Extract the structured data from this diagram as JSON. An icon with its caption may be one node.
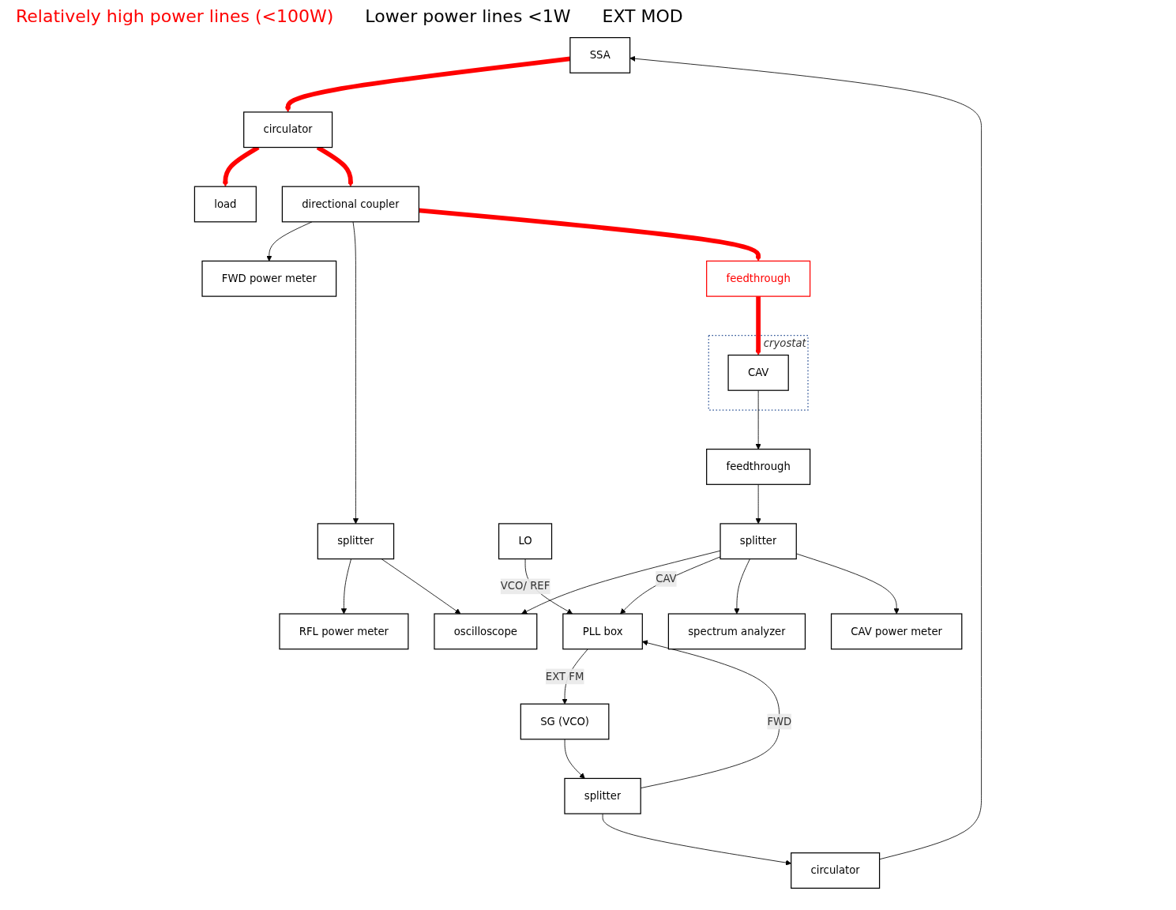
{
  "diagram": {
    "nodes": [
      {
        "text": [
          "load"
        ]
      },
      {
        "text": [
          "FWD power meter"
        ]
      },
      {
        "text": [
          "SSA"
        ]
      },
      {
        "text": [
          "circulator"
        ]
      },
      {
        "text": [
          "directional coupler"
        ]
      },
      {
        "text": [
          "RFL power meter"
        ]
      },
      {
        "text": [
          "splitter"
        ]
      },
      {
        "text": [
          "cryostat"
        ]
      },
      {
        "text": [
          "feedthrough"
        ]
      },
      {
        "text": [
          "CAV"
        ],
        "in": 7
      },
      {
        "text": [
          "feedthrough"
        ]
      },
      {
        "text": [
          "oscilloscope"
        ]
      },
      {
        "text": [
          "circulator"
        ]
      },
      {
        "text": [
          "LO"
        ]
      },
      {
        "text": [
          "splitter"
        ]
      },
      {
        "text": [
          "PLL box"
        ]
      },
      {
        "text": [
          "splitter"
        ]
      },
      {
        "text": [
          "SG (VCO)"
        ]
      },
      {
        "text": [
          "spectrum analyzer"
        ]
      },
      {
        "text": [
          "CAV power meter"
        ]
      }
    ],
    "edges": [
      {
        "from": 2,
        "to": 3,
        "arrow": "to",
        "style": "thick",
        "color": "#ff0000"
      },
      {
        "from": 3,
        "to": 0,
        "arrow": "to",
        "style": "thick",
        "color": "#ff0000"
      },
      {
        "from": 3,
        "to": 4,
        "arrow": "to",
        "style": "thick",
        "color": "#ff0000"
      },
      {
        "from": 4,
        "to": 1,
        "arrow": "to"
      },
      {
        "from": 4,
        "to": 6,
        "arrow": "to"
      },
      {
        "from": 6,
        "to": 5,
        "arrow": "to"
      },
      {
        "from": 6,
        "to": 11,
        "arrow": "to"
      },
      {
        "from": 4,
        "to": 8,
        "arrow": "to",
        "style": "thick",
        "color": "#ff0000"
      },
      {
        "from": 8,
        "to": 9,
        "arrow": "to",
        "style": "thick",
        "color": "#ff0000"
      },
      {
        "from": 9,
        "to": 10,
        "arrow": "to"
      },
      {
        "from": 10,
        "to": 16,
        "arrow": "to"
      },
      {
        "from": 16,
        "to": 11,
        "arrow": "to"
      },
      {
        "from": 16,
        "to": 15,
        "arrow": "to",
        "label": "CAV"
      },
      {
        "from": 16,
        "to": 18,
        "arrow": "to"
      },
      {
        "from": 16,
        "to": 19,
        "arrow": "to"
      },
      {
        "from": 13,
        "to": 15,
        "arrow": "to",
        "label": "VCO/ REF"
      },
      {
        "from": 14,
        "to": 15,
        "arrow": "to",
        "label": "FWD"
      },
      {
        "from": 14,
        "to": 12,
        "arrow": "to"
      },
      {
        "from": 12,
        "to": 2,
        "arrow": "to"
      },
      {
        "from": 17,
        "to": 14,
        "arrow": "to"
      },
      {
        "from": 15,
        "to": 17,
        "arrow": "to",
        "label": "EXT FM"
      }
    ],
    "labels": [
      "Relatively high power lines (<100W)",
      "Lower power lines <1W",
      "EXT MOD"
    ]
  }
}
